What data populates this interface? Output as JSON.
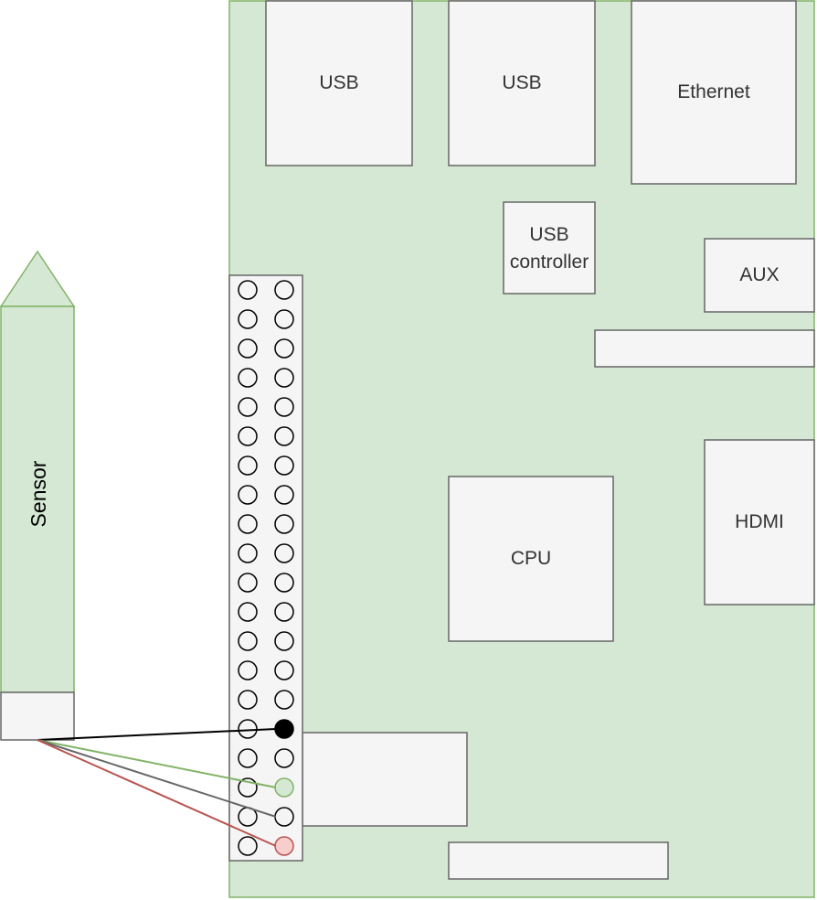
{
  "diagram": {
    "board": {
      "fill": "#d5e8d4",
      "stroke": "#82b366"
    },
    "components": [
      {
        "name": "usb-port-1",
        "label": "USB"
      },
      {
        "name": "usb-port-2",
        "label": "USB"
      },
      {
        "name": "ethernet-port",
        "label": "Ethernet"
      },
      {
        "name": "usb-controller",
        "label_lines": [
          "USB",
          "controller"
        ]
      },
      {
        "name": "aux-port",
        "label": "AUX"
      },
      {
        "name": "cpu",
        "label": "CPU"
      },
      {
        "name": "hdmi-port",
        "label": "HDMI"
      }
    ],
    "component_fill": "#f5f5f5",
    "component_stroke": "#666666",
    "gpio": {
      "rows": 20,
      "columns": 2,
      "pin_stroke": "#000000",
      "highlighted_pins": [
        {
          "row": 15,
          "column": 1,
          "fill": "#000000",
          "stroke": "#000000"
        },
        {
          "row": 17,
          "column": 1,
          "fill": "#d5e8d4",
          "stroke": "#82b366"
        },
        {
          "row": 19,
          "column": 1,
          "fill": "#f8cecc",
          "stroke": "#b85450"
        }
      ]
    },
    "sensor": {
      "label": "Sensor",
      "fill": "#d5e8d4",
      "stroke": "#82b366"
    },
    "wires": [
      {
        "name": "wire-black",
        "color": "#000000",
        "to_row": 15
      },
      {
        "name": "wire-green",
        "color": "#82b366",
        "to_row": 17
      },
      {
        "name": "wire-gray",
        "color": "#666666",
        "to_row": 18
      },
      {
        "name": "wire-red",
        "color": "#b85450",
        "to_row": 19
      }
    ]
  }
}
